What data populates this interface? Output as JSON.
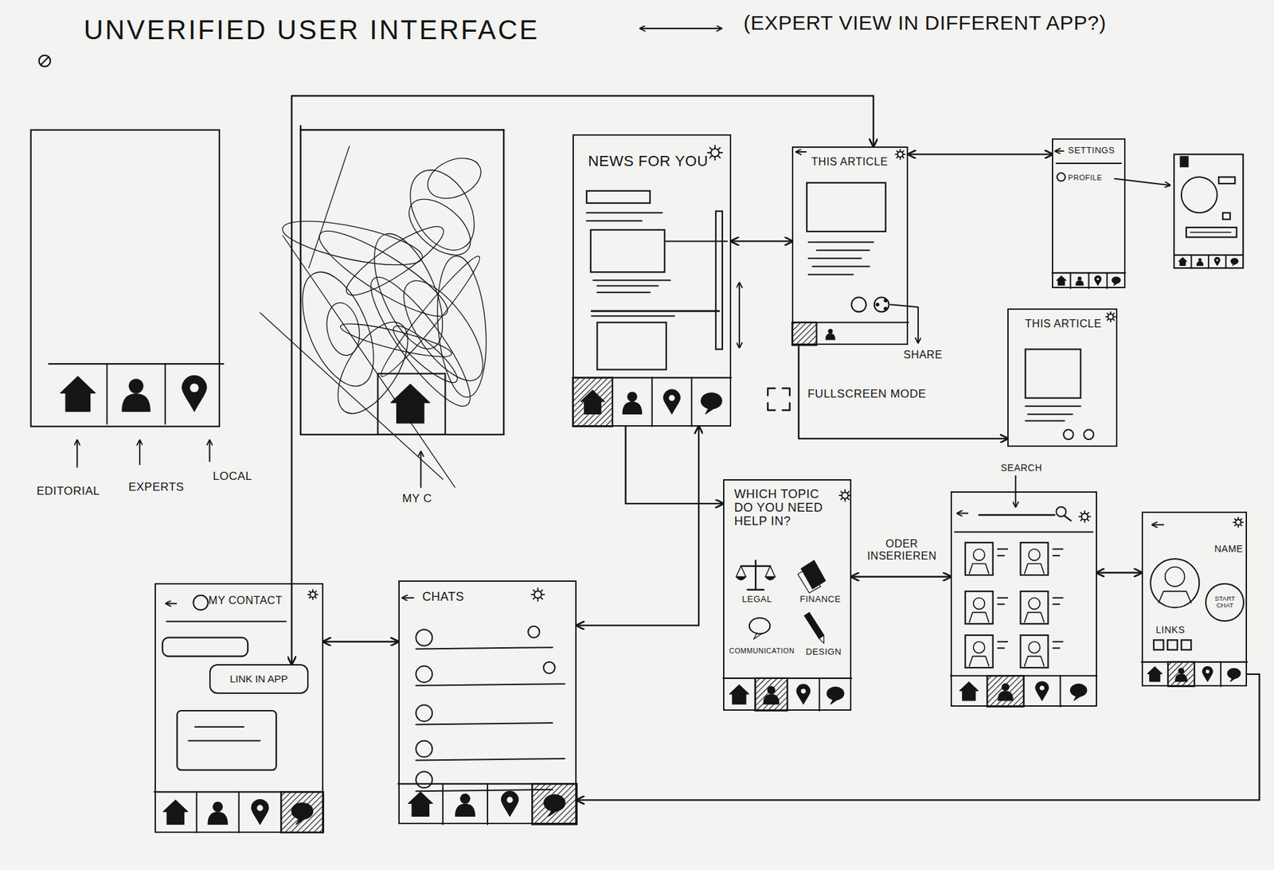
{
  "diagram": {
    "title": "UNVERIFIED USER INTERFACE",
    "nodes": [
      {
        "text": [
          "NEWS FOR YOU"
        ]
      },
      {
        "text": [
          "THIS ARTICLE"
        ]
      },
      {
        "text": [
          "SETTINGS",
          "PROFILE"
        ]
      },
      {
        "text": [
          "THIS ARTICLE"
        ]
      },
      {
        "text": [
          "WHICH TOPIC DO YOU NEED HELP IN?",
          "LEGAL",
          "FINANCE",
          "COMMUNICATION",
          "DESIGN"
        ]
      },
      {
        "text": [
          "SEARCH"
        ]
      },
      {
        "text": [
          "NAME",
          "LINKS"
        ]
      },
      {
        "text": [
          "START CHAT"
        ],
        "in": 6
      },
      {
        "text": [
          "CHATS"
        ]
      },
      {
        "text": [
          "MY CONTACT"
        ]
      },
      {
        "text": [
          "LINK IN APP"
        ],
        "in": 9
      }
    ],
    "edges": [
      {
        "from": 0,
        "to": 1,
        "arrow": "both"
      },
      {
        "from": 1,
        "to": 2,
        "arrow": "both"
      },
      {
        "from": 1,
        "to": 3,
        "arrow": "to"
      },
      {
        "from": 0,
        "to": 4,
        "arrow": "to"
      },
      {
        "from": 0,
        "to": 8,
        "arrow": "both"
      },
      {
        "from": 4,
        "to": 5,
        "label": "ODER INSERIEREN",
        "arrow": "both"
      },
      {
        "from": 5,
        "to": 6,
        "arrow": "both"
      },
      {
        "from": 6,
        "to": 8,
        "arrow": "to"
      },
      {
        "from": 8,
        "to": 9,
        "arrow": "both"
      },
      {
        "from": 10,
        "to": 1,
        "arrow": "both"
      }
    ],
    "labels": [
      "(EXPERT VIEW IN DIFFERENT APP?)",
      "EDITORIAL",
      "EXPERTS",
      "LOCAL",
      "MY C",
      "SHARE",
      "FULLSCREEN MODE"
    ]
  }
}
